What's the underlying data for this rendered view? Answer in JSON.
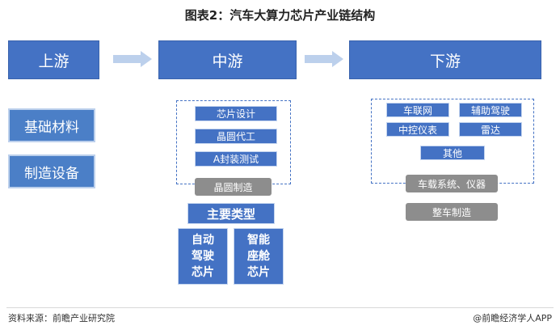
{
  "title": "图表2：汽车大算力芯片产业链结构",
  "stages": {
    "upstream": "上游",
    "midstream": "中游",
    "downstream": "下游"
  },
  "upstream_items": [
    "基础材料",
    "制造设备"
  ],
  "midstream": {
    "items": [
      "芯片设计",
      "晶圆代工",
      "A封装测试"
    ],
    "bottom_label": "晶圆制造",
    "types_header": "主要类型",
    "types": [
      {
        "lines": [
          "自动",
          "驾驶",
          "芯片"
        ]
      },
      {
        "lines": [
          "智能",
          "座舱",
          "芯片"
        ]
      }
    ]
  },
  "downstream": {
    "items": [
      "车联网",
      "辅助驾驶",
      "中控仪表",
      "雷达",
      "其他"
    ],
    "system_label": "车载系统、仪器",
    "vehicle_label": "整车制造"
  },
  "footer": {
    "source": "资料来源：前瞻产业研究院",
    "credit": "@前瞻经济学人APP"
  },
  "colors": {
    "primary": "#4472c4",
    "gray": "#8d8d8d",
    "arrow": "#bcd0ec"
  }
}
